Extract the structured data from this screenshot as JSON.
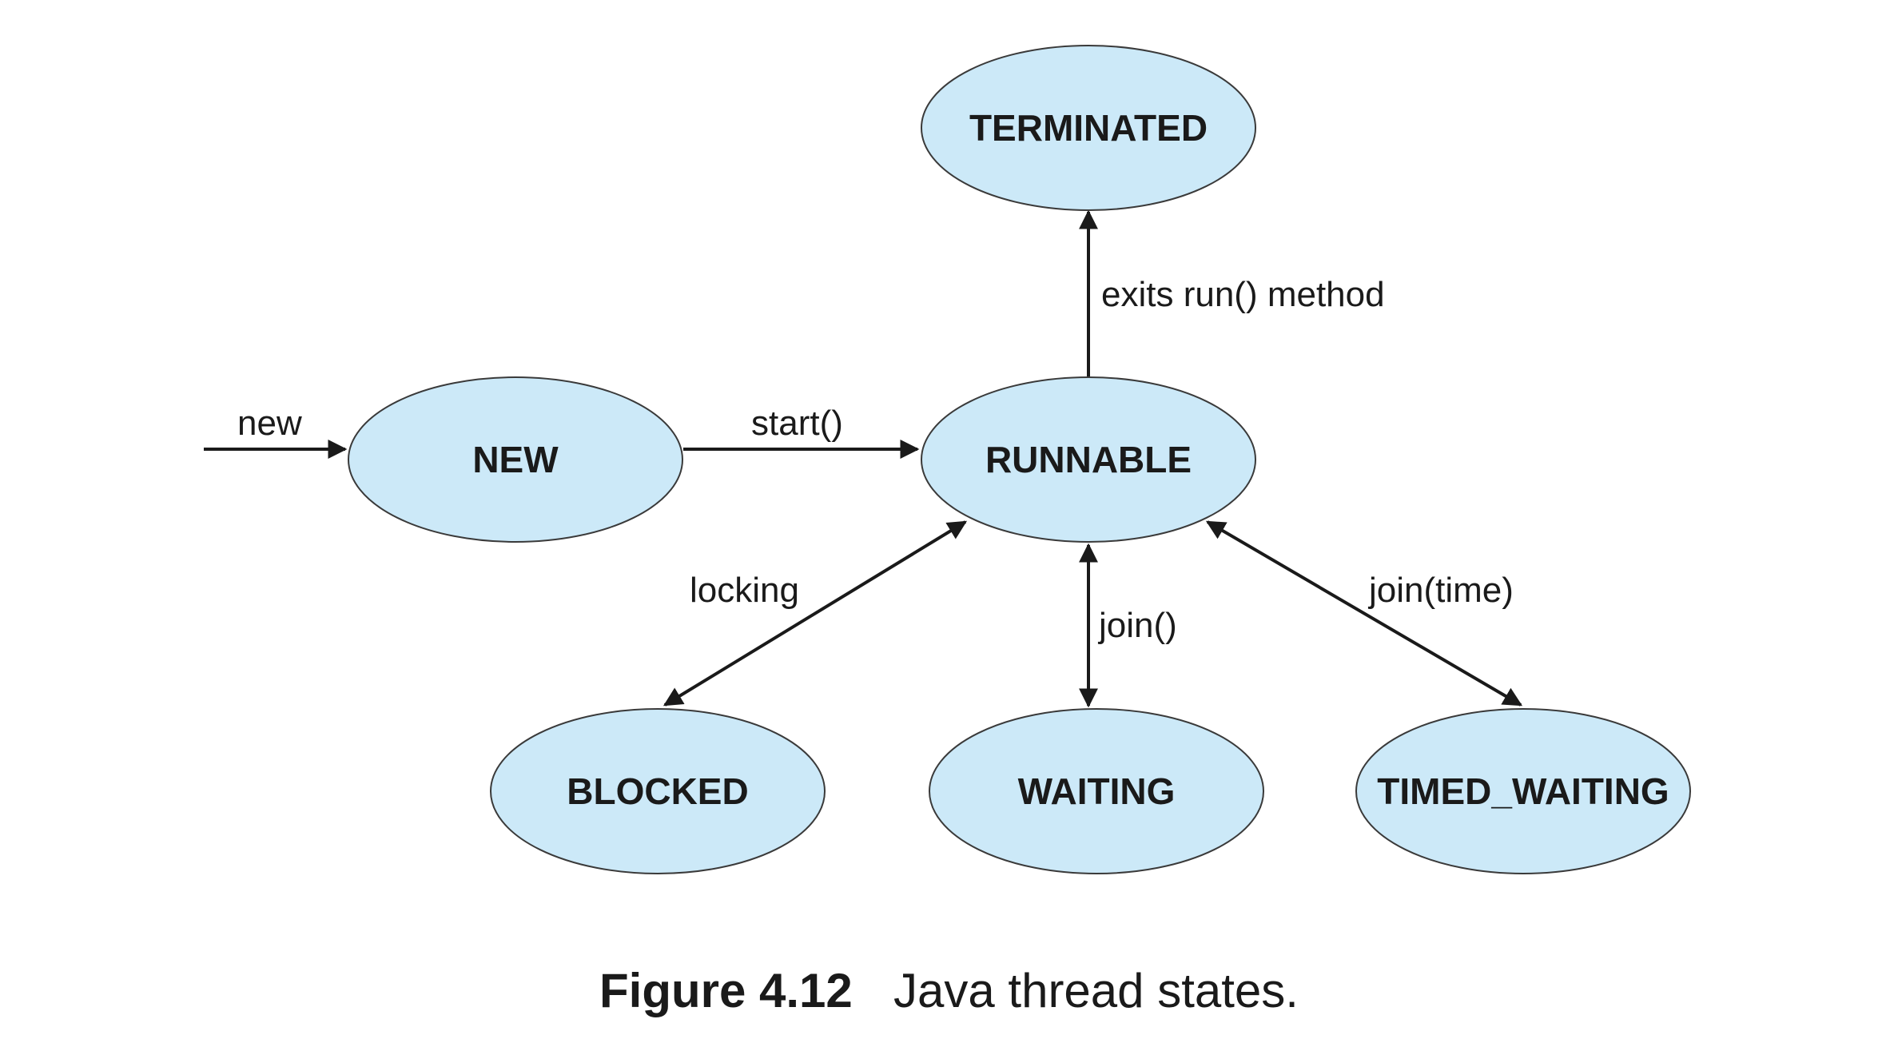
{
  "diagram": {
    "states": {
      "terminated": "TERMINATED",
      "new": "NEW",
      "runnable": "RUNNABLE",
      "blocked": "BLOCKED",
      "waiting": "WAITING",
      "timed_waiting": "TIMED_WAITING"
    },
    "transitions": {
      "new": "new",
      "start": "start()",
      "exits_run": "exits run() method",
      "locking": "locking",
      "join": "join()",
      "join_time": "join(time)"
    }
  },
  "caption": {
    "number": "Figure 4.12",
    "text": "Java thread states."
  },
  "colors": {
    "state_fill": "#cce9f8",
    "stroke": "#1a1a1a"
  }
}
